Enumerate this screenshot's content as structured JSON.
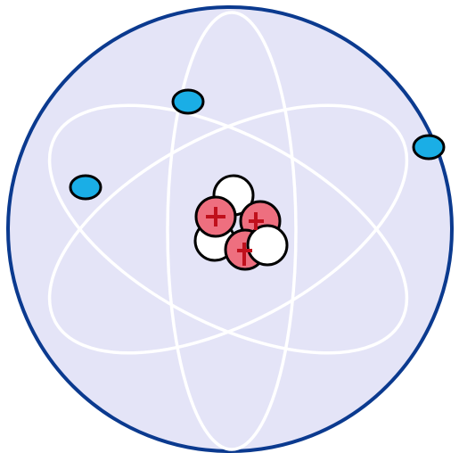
{
  "diagram": {
    "colors": {
      "sphere_fill": "#e4e4f7",
      "sphere_stroke": "#0b3a8f",
      "orbit_stroke": "#ffffff",
      "electron_fill": "#1aaee6",
      "proton_fill": "#ee6f7f",
      "neutron_fill": "#ffffff",
      "outline": "#000000",
      "plus_sign": "#c0101c"
    },
    "electrons": {
      "count": 3,
      "icon": "electron"
    },
    "nucleus": {
      "protons": 3,
      "neutrons": 3,
      "proton_symbol_icon": "plus-sign"
    }
  }
}
